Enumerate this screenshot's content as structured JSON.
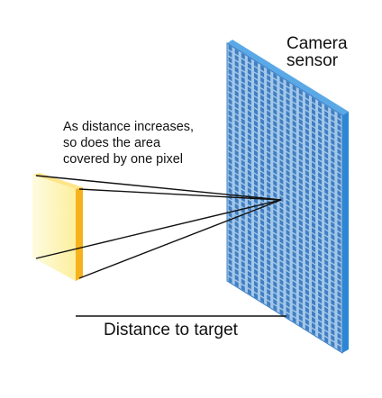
{
  "labels": {
    "sensor_line1": "Camera",
    "sensor_line2": "sensor",
    "note_line1": "As distance increases,",
    "note_line2": "so does the area",
    "note_line3": "covered by one pixel",
    "distance": "Distance to target"
  },
  "colors": {
    "sensor_face": "#a6c8e8",
    "sensor_pixel": "#3f7fc4",
    "sensor_edge": "#2b87d6",
    "target_face": "#fdf5c0",
    "target_edge": "#f6b21d",
    "lines": "#111111"
  },
  "sensor_grid": {
    "columns": 18,
    "rows": 40
  }
}
